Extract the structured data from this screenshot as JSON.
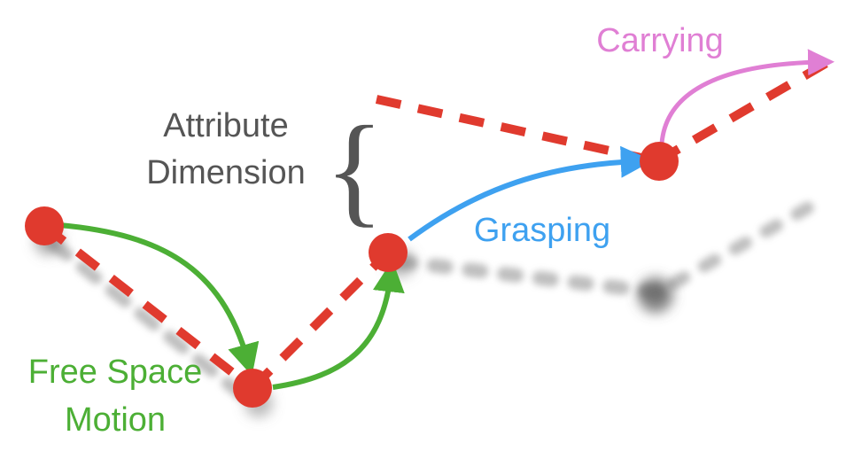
{
  "labels": {
    "attribute_line1": "Attribute",
    "attribute_line2": "Dimension",
    "brace": "{",
    "grasping": "Grasping",
    "carrying": "Carrying",
    "free_space_line1": "Free Space",
    "free_space_line2": "Motion"
  },
  "colors": {
    "waypoint": "#e03a2e",
    "dashed_path": "#e03a2e",
    "free_space": "#4caf35",
    "grasping": "#3ea1f0",
    "carrying": "#e07fd4",
    "attribute_text": "#555555",
    "shadow": "#8a8a8a"
  }
}
